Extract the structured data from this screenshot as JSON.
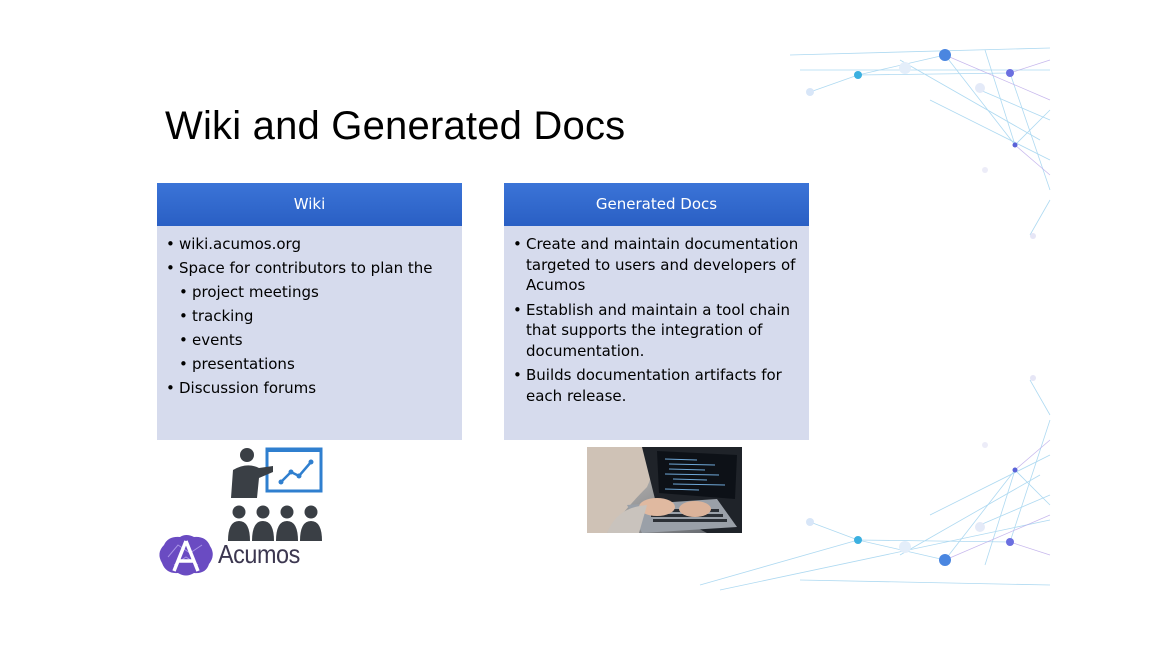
{
  "slide": {
    "title": "Wiki and Generated Docs",
    "colors": {
      "header": "#2f66cc",
      "card": "#d6dbed",
      "accent": "#5b6ee0"
    }
  },
  "cards": [
    {
      "heading": "Wiki",
      "items": [
        "wiki.acumos.org",
        "Space for contributors to plan the",
        "project meetings",
        "tracking",
        "events",
        "presentations",
        "Discussion forums"
      ]
    },
    {
      "heading": "Generated Docs",
      "items": [
        "Create and maintain documentation targeted to users and developers of Acumos",
        "Establish and maintain a tool chain that supports the integration of documentation.",
        "Builds documentation artifacts for each release."
      ]
    }
  ],
  "images": {
    "presenter": "presenter-audience-icon",
    "logo_text": "Acumos",
    "laptop": "laptop-coding-photo"
  }
}
